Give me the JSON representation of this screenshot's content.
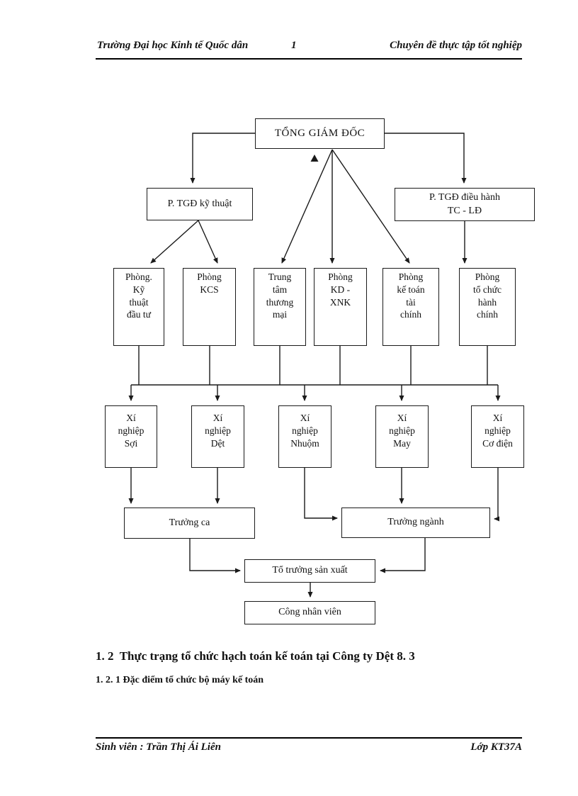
{
  "header": {
    "left": "Trường Đại học Kinh tế Quốc dân",
    "page_number": "1",
    "right": "Chuyên đề thực tập tốt nghiệp"
  },
  "chart": {
    "type": "org-chart",
    "nodes": {
      "tong_giam_doc": "TỔNG GIÁM ĐỐC",
      "ptgd_ky_thuat": "P. TGĐ kỹ thuật",
      "ptgd_dieu_hanh": "P. TGĐ điều hành\nTC - LĐ",
      "phong_ky_thuat_dau_tu": "Phòng.\nKỹ\nthuật\nđầu tư",
      "phong_kcs": "Phòng\nKCS",
      "trung_tam_thuong_mai": "Trung\ntâm\nthương\nmại",
      "phong_kd_xnk": "Phòng\nKD -\nXNK",
      "phong_ke_toan_tai_chinh": "Phòng\nkế toán\ntài\nchính",
      "phong_to_chuc_hanh_chinh": "Phòng\ntổ chức\nhành\nchính",
      "xi_nghiep_soi": "Xí\nnghiệp\nSợi",
      "xi_nghiep_det": "Xí\nnghiệp\nDệt",
      "xi_nghiep_nhuom": "Xí\nnghiệp\nNhuộm",
      "xi_nghiep_may": "Xí\nnghiệp\nMay",
      "xi_nghiep_co_dien": "Xí\nnghiệp\nCơ điện",
      "truong_ca": "Trưởng ca",
      "truong_nganh": "Trưởng ngành",
      "to_truong_san_xuat": "Tổ trưởng sản xuất",
      "cong_nhan_vien": "Công nhân viên"
    }
  },
  "body": {
    "heading": "1. 2  Thực trạng tổ chức hạch toán kế toán tại Công ty Dệt 8. 3",
    "subheading": "1. 2. 1 Đặc điểm tổ chức bộ máy kế toán"
  },
  "footer": {
    "left": "Sinh viên : Trần Thị Ái Liên",
    "right": "Lớp KT37A"
  },
  "colors": {
    "ink": "#1a1a1a",
    "paper": "#ffffff"
  }
}
